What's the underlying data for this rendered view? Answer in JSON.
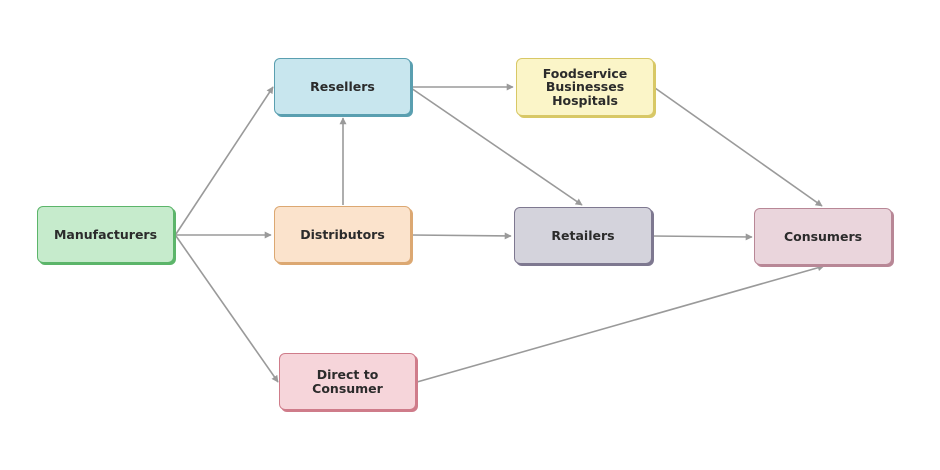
{
  "colors": {
    "edge": "#9a9a9a"
  },
  "nodes": {
    "manufacturers": {
      "label": "Manufacturers",
      "fill": "#c6ebcc",
      "border": "#5cb56a"
    },
    "resellers": {
      "label": "Resellers",
      "fill": "#c8e6ee",
      "border": "#5a9fb0"
    },
    "foodservice": {
      "label": "Foodservice\nBusinesses\nHospitals",
      "fill": "#fbf5c8",
      "border": "#d8c866"
    },
    "distributors": {
      "label": "Distributors",
      "fill": "#fbe3cc",
      "border": "#dca872"
    },
    "retailers": {
      "label": "Retailers",
      "fill": "#d4d3dc",
      "border": "#7e7890"
    },
    "consumers": {
      "label": "Consumers",
      "fill": "#ead5dc",
      "border": "#b88796"
    },
    "direct": {
      "label": "Direct to\nConsumer",
      "fill": "#f6d5da",
      "border": "#cf7c8a"
    }
  },
  "edges": [
    {
      "from": "manufacturers",
      "to": "resellers"
    },
    {
      "from": "manufacturers",
      "to": "distributors"
    },
    {
      "from": "manufacturers",
      "to": "direct"
    },
    {
      "from": "distributors",
      "to": "resellers"
    },
    {
      "from": "resellers",
      "to": "foodservice"
    },
    {
      "from": "resellers",
      "to": "retailers"
    },
    {
      "from": "distributors",
      "to": "retailers"
    },
    {
      "from": "foodservice",
      "to": "consumers"
    },
    {
      "from": "retailers",
      "to": "consumers"
    },
    {
      "from": "direct",
      "to": "consumers"
    }
  ]
}
